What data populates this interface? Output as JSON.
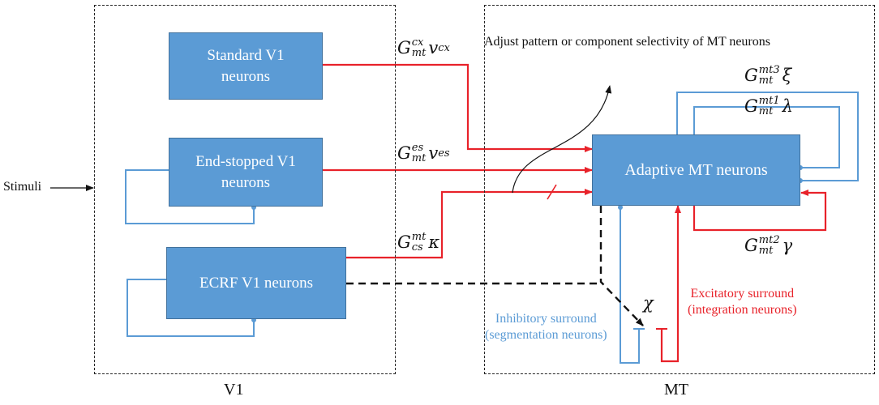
{
  "regions": {
    "v1_label": "V1",
    "mt_label": "MT"
  },
  "boxes": {
    "standard_v1": [
      "Standard V1",
      "neurons"
    ],
    "end_stopped_v1": [
      "End-stopped V1",
      "neurons"
    ],
    "ecrf_v1": "ECRF V1 neurons",
    "adaptive_mt": "Adaptive MT neurons"
  },
  "labels": {
    "stimuli": "Stimuli",
    "adjust_note": "Adjust pattern or component selectivity of MT neurons",
    "inhibitory_surround": [
      "Inhibitory surround",
      "(segmentation neurons)"
    ],
    "excitatory_surround": [
      "Excitatory surround",
      "(integration neurons)"
    ],
    "chi": "χ"
  },
  "gains": {
    "g_cx": {
      "base": "G",
      "sup": "cx",
      "sub": "mt",
      "var": "v",
      "var_sup": "cx"
    },
    "g_es": {
      "base": "G",
      "sup": "es",
      "sub": "mt",
      "var": "v",
      "var_sup": "es"
    },
    "g_cs": {
      "base": "G",
      "sup": "mt",
      "sub": "cs",
      "var": "κ",
      "var_sup": ""
    },
    "g_mt3": {
      "base": "G",
      "sup": "mt3",
      "sub": "mt",
      "var": "ξ",
      "var_sup": ""
    },
    "g_mt1": {
      "base": "G",
      "sup": "mt1",
      "sub": "mt",
      "var": "λ",
      "var_sup": ""
    },
    "g_mt2": {
      "base": "G",
      "sup": "mt2",
      "sub": "mt",
      "var": "γ",
      "var_sup": ""
    }
  },
  "colors": {
    "box_fill": "#5b9bd5",
    "box_border": "#41719c",
    "excitatory": "#e8222a",
    "inhibitory": "#5b9bd5",
    "dashed": "#111111"
  }
}
